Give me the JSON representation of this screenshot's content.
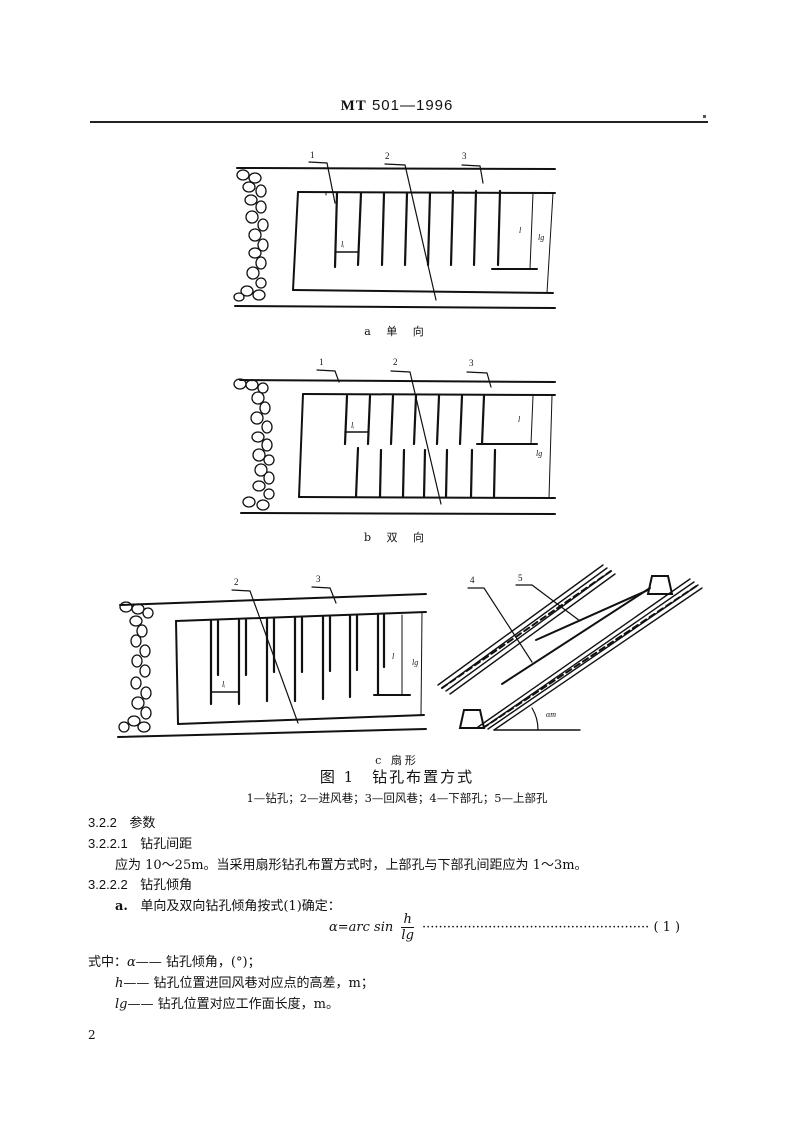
{
  "header": {
    "standard_prefix": "MT",
    "standard_number": "501—1996"
  },
  "figure": {
    "subfigures": [
      {
        "id": "a",
        "caption": "a 单 向",
        "callouts": [
          "1",
          "2",
          "3"
        ],
        "dimension_labels": {
          "spacing": "lᵢ",
          "hole_length": "l",
          "face_length": "lg"
        }
      },
      {
        "id": "b",
        "caption": "b 双 向",
        "callouts": [
          "1",
          "2",
          "3"
        ],
        "dimension_labels": {
          "spacing": "lᵢ",
          "hole_length": "l",
          "face_length": "lg"
        }
      },
      {
        "id": "c",
        "caption": "c 扇形",
        "callouts": [
          "2",
          "3",
          "4",
          "5"
        ],
        "dimension_labels": {
          "spacing": "lᵢ",
          "hole_length": "l",
          "face_length": "lg",
          "angle": "αm"
        }
      }
    ],
    "title": "图 1　钻孔布置方式",
    "legend": "1—钻孔；2—进风巷；3—回风巷；4—下部孔；5—上部孔"
  },
  "body": {
    "s322": {
      "number": "3.2.2",
      "title": "参数"
    },
    "s3221": {
      "number": "3.2.2.1",
      "title": "钻孔间距",
      "text": "应为 10～25m。当采用扇形钻孔布置方式时，上部孔与下部孔间距应为 1～3m。"
    },
    "s3222": {
      "number": "3.2.2.2",
      "title": "钻孔倾角",
      "item_a_label": "a.",
      "item_a_text": "单向及双向钻孔倾角按式(1)确定："
    },
    "formula": {
      "lhs": "α=arc sin",
      "numerator": "h",
      "denominator": "lg",
      "leader": "·······················································",
      "number": "( 1 )"
    },
    "where": [
      {
        "prefix": "式中：",
        "symbol": "α",
        "desc": "—— 钻孔倾角，(°)；"
      },
      {
        "prefix": "",
        "symbol": "h",
        "desc": "—— 钻孔位置进回风巷对应点的高差，m；"
      },
      {
        "prefix": "",
        "symbol": "lg",
        "desc": "—— 钻孔位置对应工作面长度，m。"
      }
    ]
  },
  "footer": {
    "page_number": "2"
  }
}
